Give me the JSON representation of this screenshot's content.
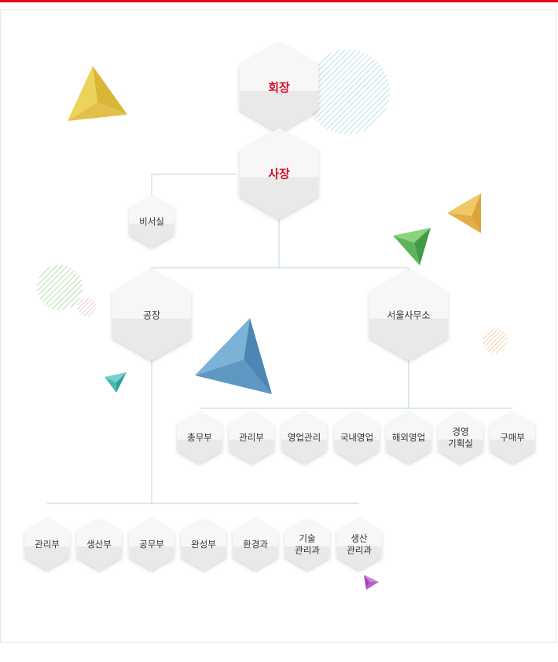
{
  "colors": {
    "accent": "#e50019",
    "title_text": "#d0112b",
    "node_text": "#333333",
    "line": "#b8d3e3",
    "hex_top": "#f7f7f7",
    "hex_bottom": "#e9e9e9"
  },
  "org": {
    "chairman": "회장",
    "president": "사장",
    "secretary": "비서실",
    "factory": "공장",
    "seoul_office": "서울사무소",
    "seoul_departments": [
      "총무부",
      "관리부",
      "영업관리",
      "국내영업",
      "해외영업",
      "경영\n기획실",
      "구매부"
    ],
    "factory_departments": [
      "관리부",
      "생산부",
      "공무부",
      "완성부",
      "환경과",
      "기술\n관리과",
      "생산\n관리과"
    ]
  },
  "decorations": [
    {
      "name": "yellow-pyramid-decoration",
      "color": "#e6c53d"
    },
    {
      "name": "orange-pyramid-decoration",
      "color": "#e8b54c"
    },
    {
      "name": "green-pyramid-decoration",
      "color": "#5cb85a"
    },
    {
      "name": "blue-pyramid-decoration",
      "color": "#5a97c2"
    },
    {
      "name": "teal-pyramid-decoration",
      "color": "#45b5b0"
    },
    {
      "name": "purple-pyramid-decoration",
      "color": "#b35ac2"
    }
  ]
}
